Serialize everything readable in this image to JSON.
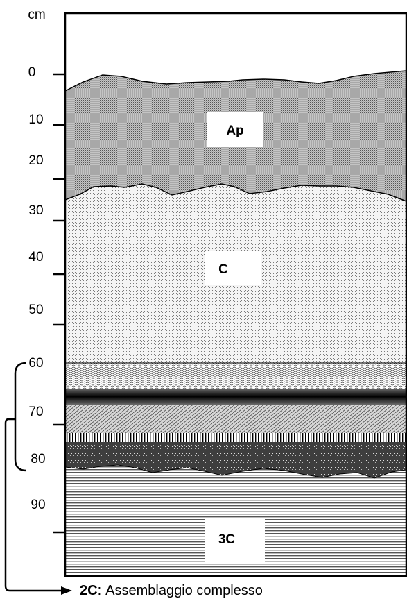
{
  "axis": {
    "unit": "cm",
    "ticks": [
      "0",
      "10",
      "20",
      "30",
      "40",
      "50",
      "60",
      "70",
      "80",
      "90"
    ]
  },
  "horizons": {
    "ap": "Ap",
    "c": "C",
    "c3": "3C"
  },
  "caption": {
    "code": "2C",
    "separator": ":",
    "text": "Assemblaggio complesso"
  }
}
